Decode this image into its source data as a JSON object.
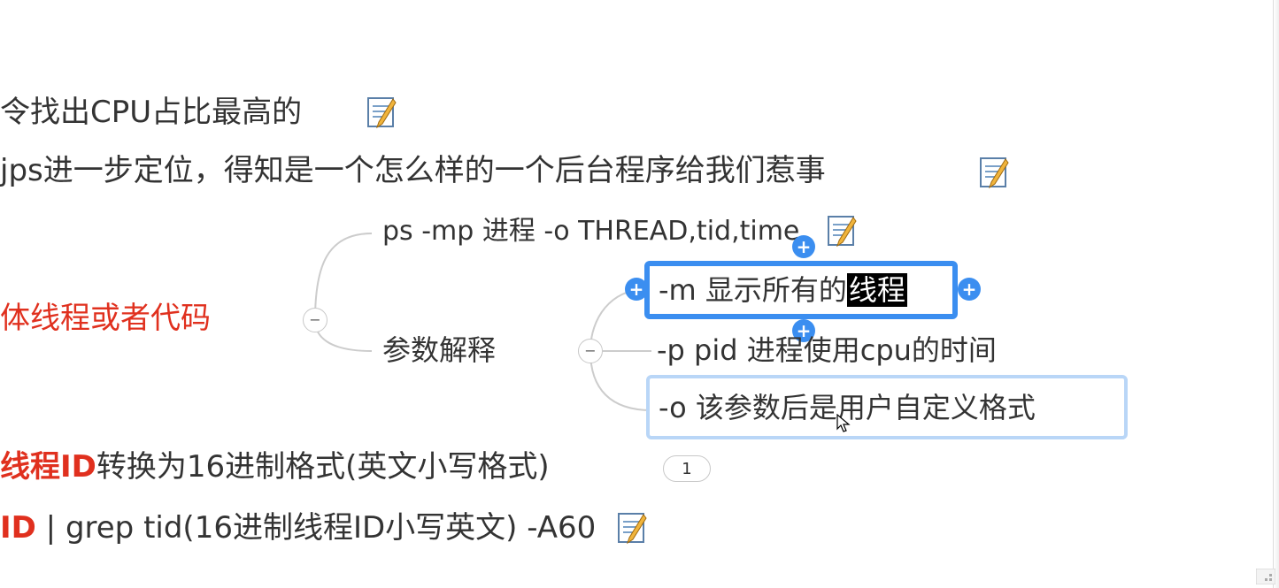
{
  "rows": {
    "row1": "令找出CPU占比最高的",
    "row2": "jps进一步定位，得知是一个怎么样的一个后台程序给我们惹事",
    "row3_red": "体线程或者代码",
    "row4_red": "线程ID",
    "row4_rest": "转换为16进制格式(英文小写格式)",
    "row4_badge": "1",
    "row5_red": "ID",
    "row5_rest": " | grep tid(16进制线程ID小写英文) -A60"
  },
  "mindmap": {
    "ps_command": "ps -mp 进程 -o THREAD,tid,time",
    "param_explain": "参数解释",
    "param_m_prefix": "-m 显示所有的",
    "param_m_highlight": "线程",
    "param_p": "-p pid 进程使用cpu的时间",
    "param_o": "-o 该参数后是用户自定义格式"
  },
  "symbols": {
    "collapse": "−",
    "plus": "+"
  },
  "colors": {
    "accent_red": "#e0301e",
    "selection_blue": "#3b8ef0",
    "selection_light": "#b9d6f7",
    "text": "#333333",
    "connector": "#cccccc"
  },
  "icons": [
    "note-icon",
    "collapse-icon",
    "plus-icon",
    "mouse-cursor-icon",
    "resize-grip-icon"
  ]
}
